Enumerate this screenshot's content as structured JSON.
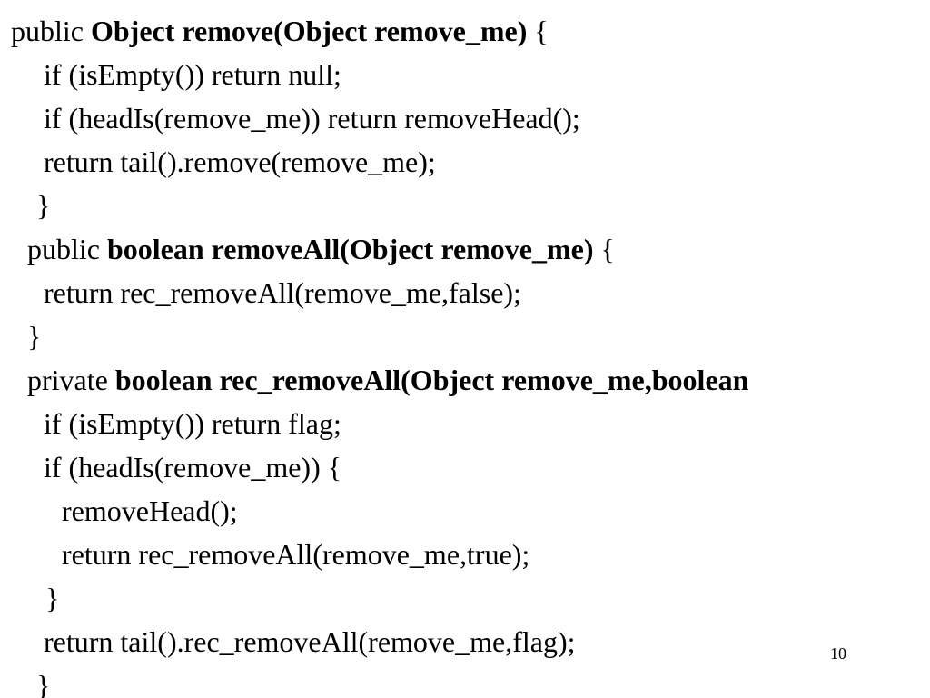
{
  "slide": {
    "page_number": "10",
    "lines": [
      {
        "indent": 12,
        "segments": [
          {
            "text": "public ",
            "bold": false
          },
          {
            "text": "Object remove(Object remove_me)",
            "bold": true
          },
          {
            "text": " {",
            "bold": false
          }
        ]
      },
      {
        "indent": 48,
        "segments": [
          {
            "text": "if (isEmpty()) return null;",
            "bold": false
          }
        ]
      },
      {
        "indent": 48,
        "segments": [
          {
            "text": "if (headIs(remove_me)) return removeHead();",
            "bold": false
          }
        ]
      },
      {
        "indent": 48,
        "segments": [
          {
            "text": "return tail().remove(remove_me);",
            "bold": false
          }
        ]
      },
      {
        "indent": 40,
        "segments": [
          {
            "text": "}",
            "bold": false
          }
        ]
      },
      {
        "indent": 30,
        "segments": [
          {
            "text": "public ",
            "bold": false
          },
          {
            "text": "boolean removeAll(Object remove_me)",
            "bold": true
          },
          {
            "text": " {",
            "bold": false
          }
        ]
      },
      {
        "indent": 48,
        "segments": [
          {
            "text": "return rec_removeAll(remove_me,false);",
            "bold": false
          }
        ]
      },
      {
        "indent": 30,
        "segments": [
          {
            "text": "}",
            "bold": false
          }
        ]
      },
      {
        "indent": 30,
        "segments": [
          {
            "text": "private ",
            "bold": false
          },
          {
            "text": "boolean rec_removeAll(Object remove_me,boolean",
            "bold": true
          }
        ]
      },
      {
        "indent": 48,
        "segments": [
          {
            "text": "if (isEmpty()) return flag;",
            "bold": false
          }
        ]
      },
      {
        "indent": 48,
        "segments": [
          {
            "text": "if (headIs(remove_me)) {",
            "bold": false
          }
        ]
      },
      {
        "indent": 68,
        "segments": [
          {
            "text": "removeHead();",
            "bold": false
          }
        ]
      },
      {
        "indent": 68,
        "segments": [
          {
            "text": "return rec_removeAll(remove_me,true);",
            "bold": false
          }
        ]
      },
      {
        "indent": 50,
        "segments": [
          {
            "text": "}",
            "bold": false
          }
        ]
      },
      {
        "indent": 48,
        "segments": [
          {
            "text": "return tail().rec_removeAll(remove_me,flag);",
            "bold": false
          }
        ]
      },
      {
        "indent": 40,
        "segments": [
          {
            "text": "}",
            "bold": false
          }
        ]
      }
    ]
  }
}
